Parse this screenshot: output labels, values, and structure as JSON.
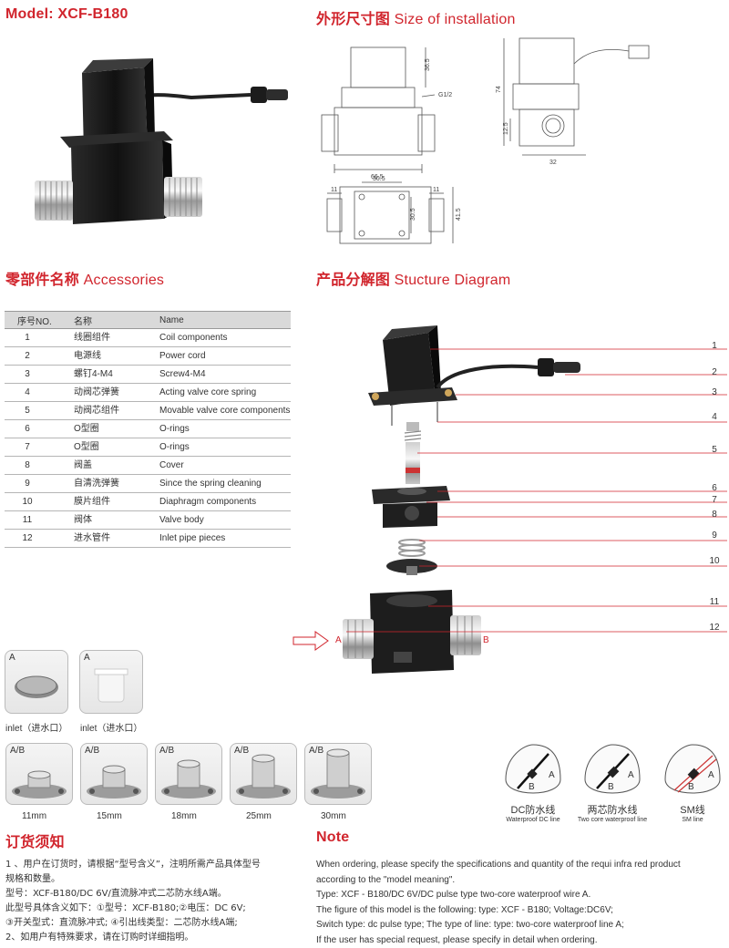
{
  "header": {
    "model_title": "Model: XCF-B180",
    "install_title_cn": "外形尺寸图",
    "install_title_en": "Size of installation"
  },
  "dimensions": {
    "height_top": "36.5",
    "thread": "G1/2",
    "width_front": "66.5",
    "height_side": "74",
    "side_small": "12.5",
    "width_side": "32",
    "top_w": "30.5",
    "top_h": "30.5",
    "left_11": "11",
    "right_11": "11",
    "depth": "41.5"
  },
  "accessories": {
    "title_cn": "零部件名称",
    "title_en": "Accessories",
    "headers": [
      "序号NO.",
      "名称",
      "Name"
    ],
    "rows": [
      {
        "no": "1",
        "cn": "线圈组件",
        "en": "Coil components"
      },
      {
        "no": "2",
        "cn": "电源线",
        "en": "Power cord"
      },
      {
        "no": "3",
        "cn": "螺钉4-M4",
        "en": "Screw4-M4"
      },
      {
        "no": "4",
        "cn": "动阀芯弹簧",
        "en": "Acting valve core spring"
      },
      {
        "no": "5",
        "cn": "动阀芯组件",
        "en": "Movable valve core components"
      },
      {
        "no": "6",
        "cn": "O型圈",
        "en": "O-rings"
      },
      {
        "no": "7",
        "cn": "O型圈",
        "en": "O-rings"
      },
      {
        "no": "8",
        "cn": "阀盖",
        "en": "Cover"
      },
      {
        "no": "9",
        "cn": "自清洗弹簧",
        "en": "Since the spring cleaning"
      },
      {
        "no": "10",
        "cn": "膜片组件",
        "en": "Diaphragm components"
      },
      {
        "no": "11",
        "cn": "阀体",
        "en": "Valve body"
      },
      {
        "no": "12",
        "cn": "进水管件",
        "en": "Inlet pipe pieces"
      }
    ]
  },
  "structure": {
    "title_cn": "产品分解图",
    "title_en": "Stucture Diagram",
    "callouts": [
      "1",
      "2",
      "3",
      "4",
      "5",
      "6",
      "7",
      "8",
      "9",
      "10",
      "11",
      "12"
    ],
    "flow_a": "A",
    "flow_b": "B"
  },
  "inlets": [
    {
      "tag": "A",
      "caption": "inlet（进水口）"
    },
    {
      "tag": "A",
      "caption": "inlet（进水口）"
    }
  ],
  "fittings": [
    {
      "tag": "A/B",
      "size": "11mm"
    },
    {
      "tag": "A/B",
      "size": "15mm"
    },
    {
      "tag": "A/B",
      "size": "18mm"
    },
    {
      "tag": "A/B",
      "size": "25mm"
    },
    {
      "tag": "A/B",
      "size": "30mm"
    }
  ],
  "wires": [
    {
      "cn": "DC防水线",
      "en": "Waterproof DC line",
      "a": "A",
      "b": "B"
    },
    {
      "cn": "两芯防水线",
      "en": "Two core waterproof line",
      "a": "A",
      "b": "B"
    },
    {
      "cn": "SM线",
      "en": "SM line",
      "a": "A",
      "b": "B"
    }
  ],
  "ordering_cn": {
    "title": "订货须知",
    "lines": [
      "1 、用户在订货时，请根据“型号含义”，注明所需产品具体型号",
      "规格和数量。",
      " 型号：XCF-B180/DC 6V/直流脉冲式二芯防水线A端。",
      " 此型号具体含义如下：①型号：XCF-B180;②电压：DC 6V;",
      "③开关型式：直流脉冲式; ④引出线类型：二芯防水线A端;",
      "2、如用户有特殊要求，请在订购时详细指明。"
    ]
  },
  "note_en": {
    "title": "Note",
    "lines": [
      "When ordering, please specify the specifications and quantity of the requi infra red product",
      "according to the \"model meaning\".",
      "Type: XCF - B180/DC 6V/DC pulse type two-core waterproof wire A.",
      "The figure of this model is the following: type: XCF - B180; Voltage:DC6V;",
      "Switch type: dc pulse type; The type of line: type: two-core waterproof line A;",
      "If the user has special request, please specify in detail when ordering."
    ]
  },
  "colors": {
    "accent": "#d1252d",
    "table_header": "#d9d9d9"
  }
}
